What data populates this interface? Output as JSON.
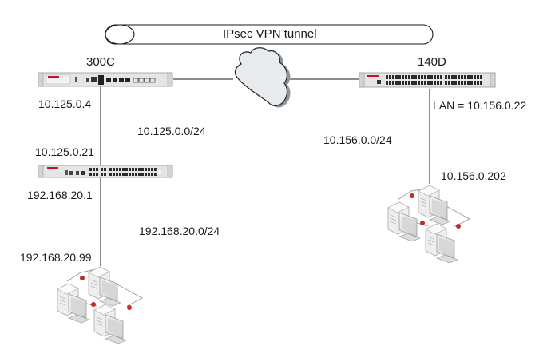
{
  "tunnel": {
    "label": "IPsec VPN tunnel"
  },
  "devices": {
    "fw_300c": {
      "name": "300C",
      "brand_color": "#c8102e"
    },
    "fw_140d": {
      "name": "140D",
      "brand_color": "#c8102e"
    },
    "switch_mid": {
      "name": "",
      "brand_color": "#c8102e"
    }
  },
  "labels": {
    "ip_300c_port": "10.125.0.4",
    "subnet_125": "10.125.0.0/24",
    "ip_switch_up": "10.125.0.21",
    "ip_switch_down": "192.168.20.1",
    "subnet_192": "192.168.20.0/24",
    "ip_host_left": "192.168.20.99",
    "lan_140d": "LAN = 10.156.0.22",
    "subnet_156": "10.156.0.0/24",
    "ip_host_right": "10.156.0.202"
  },
  "colors": {
    "line": "#1a1a1a",
    "cloud_fill": "#e8ebee",
    "cloud_edge": "#8e969c",
    "device_body": "#e4e6e6",
    "node_dot": "#c62828"
  },
  "icons": {
    "cloud": "internet-cloud-icon",
    "tunnel": "vpn-tunnel-pipe-icon",
    "firewall": "rack-firewall-icon",
    "workgroup": "computer-group-icon"
  }
}
